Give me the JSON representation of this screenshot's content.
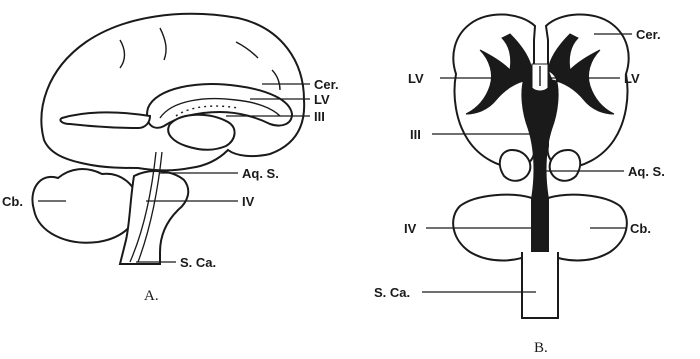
{
  "figure_a": {
    "caption": "A.",
    "labels": {
      "cer": "Cer.",
      "lv": "LV",
      "iii": "III",
      "aq_s": "Aq. S.",
      "iv": "IV",
      "cb": "Cb.",
      "s_ca": "S. Ca."
    }
  },
  "figure_b": {
    "caption": "B.",
    "labels": {
      "cer": "Cer.",
      "lv_left": "LV",
      "lv_right": "LV",
      "iii": "III",
      "aq_s": "Aq. S.",
      "iv": "IV",
      "cb": "Cb.",
      "s_ca": "S. Ca."
    }
  },
  "colors": {
    "ink": "#1a1a1a",
    "paper": "#ffffff"
  }
}
